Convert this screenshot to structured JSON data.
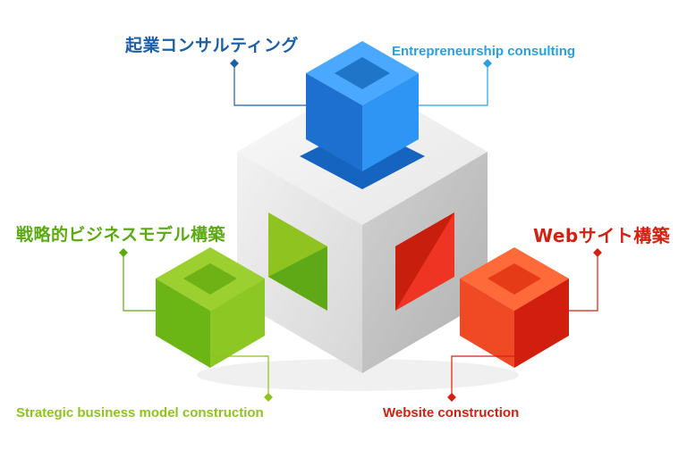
{
  "labels": {
    "top_jp": "起業コンサルティング",
    "top_en": "Entrepreneurship consulting",
    "left_jp": "戦略的ビジネスモデル構築",
    "left_en": "Strategic business model construction",
    "right_jp": "Webサイト構築",
    "right_en": "Website construction"
  },
  "colors": {
    "blue_jp": "#1a5fa8",
    "blue_en": "#2a9fe0",
    "green": "#5aaa10",
    "lime": "#8fc31f",
    "red": "#d42010"
  }
}
